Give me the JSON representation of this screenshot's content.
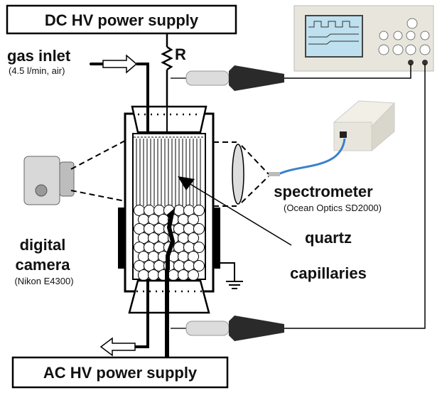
{
  "labels": {
    "dc_supply": "DC HV power supply",
    "ac_supply": "AC HV power supply",
    "resistor": "R",
    "gas_inlet": "gas inlet",
    "gas_inlet_detail": "(4.5 l/min, air)",
    "spectrometer": "spectrometer",
    "spectrometer_detail": "(Ocean Optics SD2000)",
    "quartz_line1": "quartz",
    "quartz_line2": "capillaries",
    "camera_line1": "digital",
    "camera_line2": "camera",
    "camera_detail": "(Nikon E4300)"
  },
  "colors": {
    "line": "#000000",
    "device_body": "#e8e6dc",
    "scope_screen": "#bfe0ee",
    "fiber": "#3a7fd0",
    "probe": "#2a2a2a"
  }
}
